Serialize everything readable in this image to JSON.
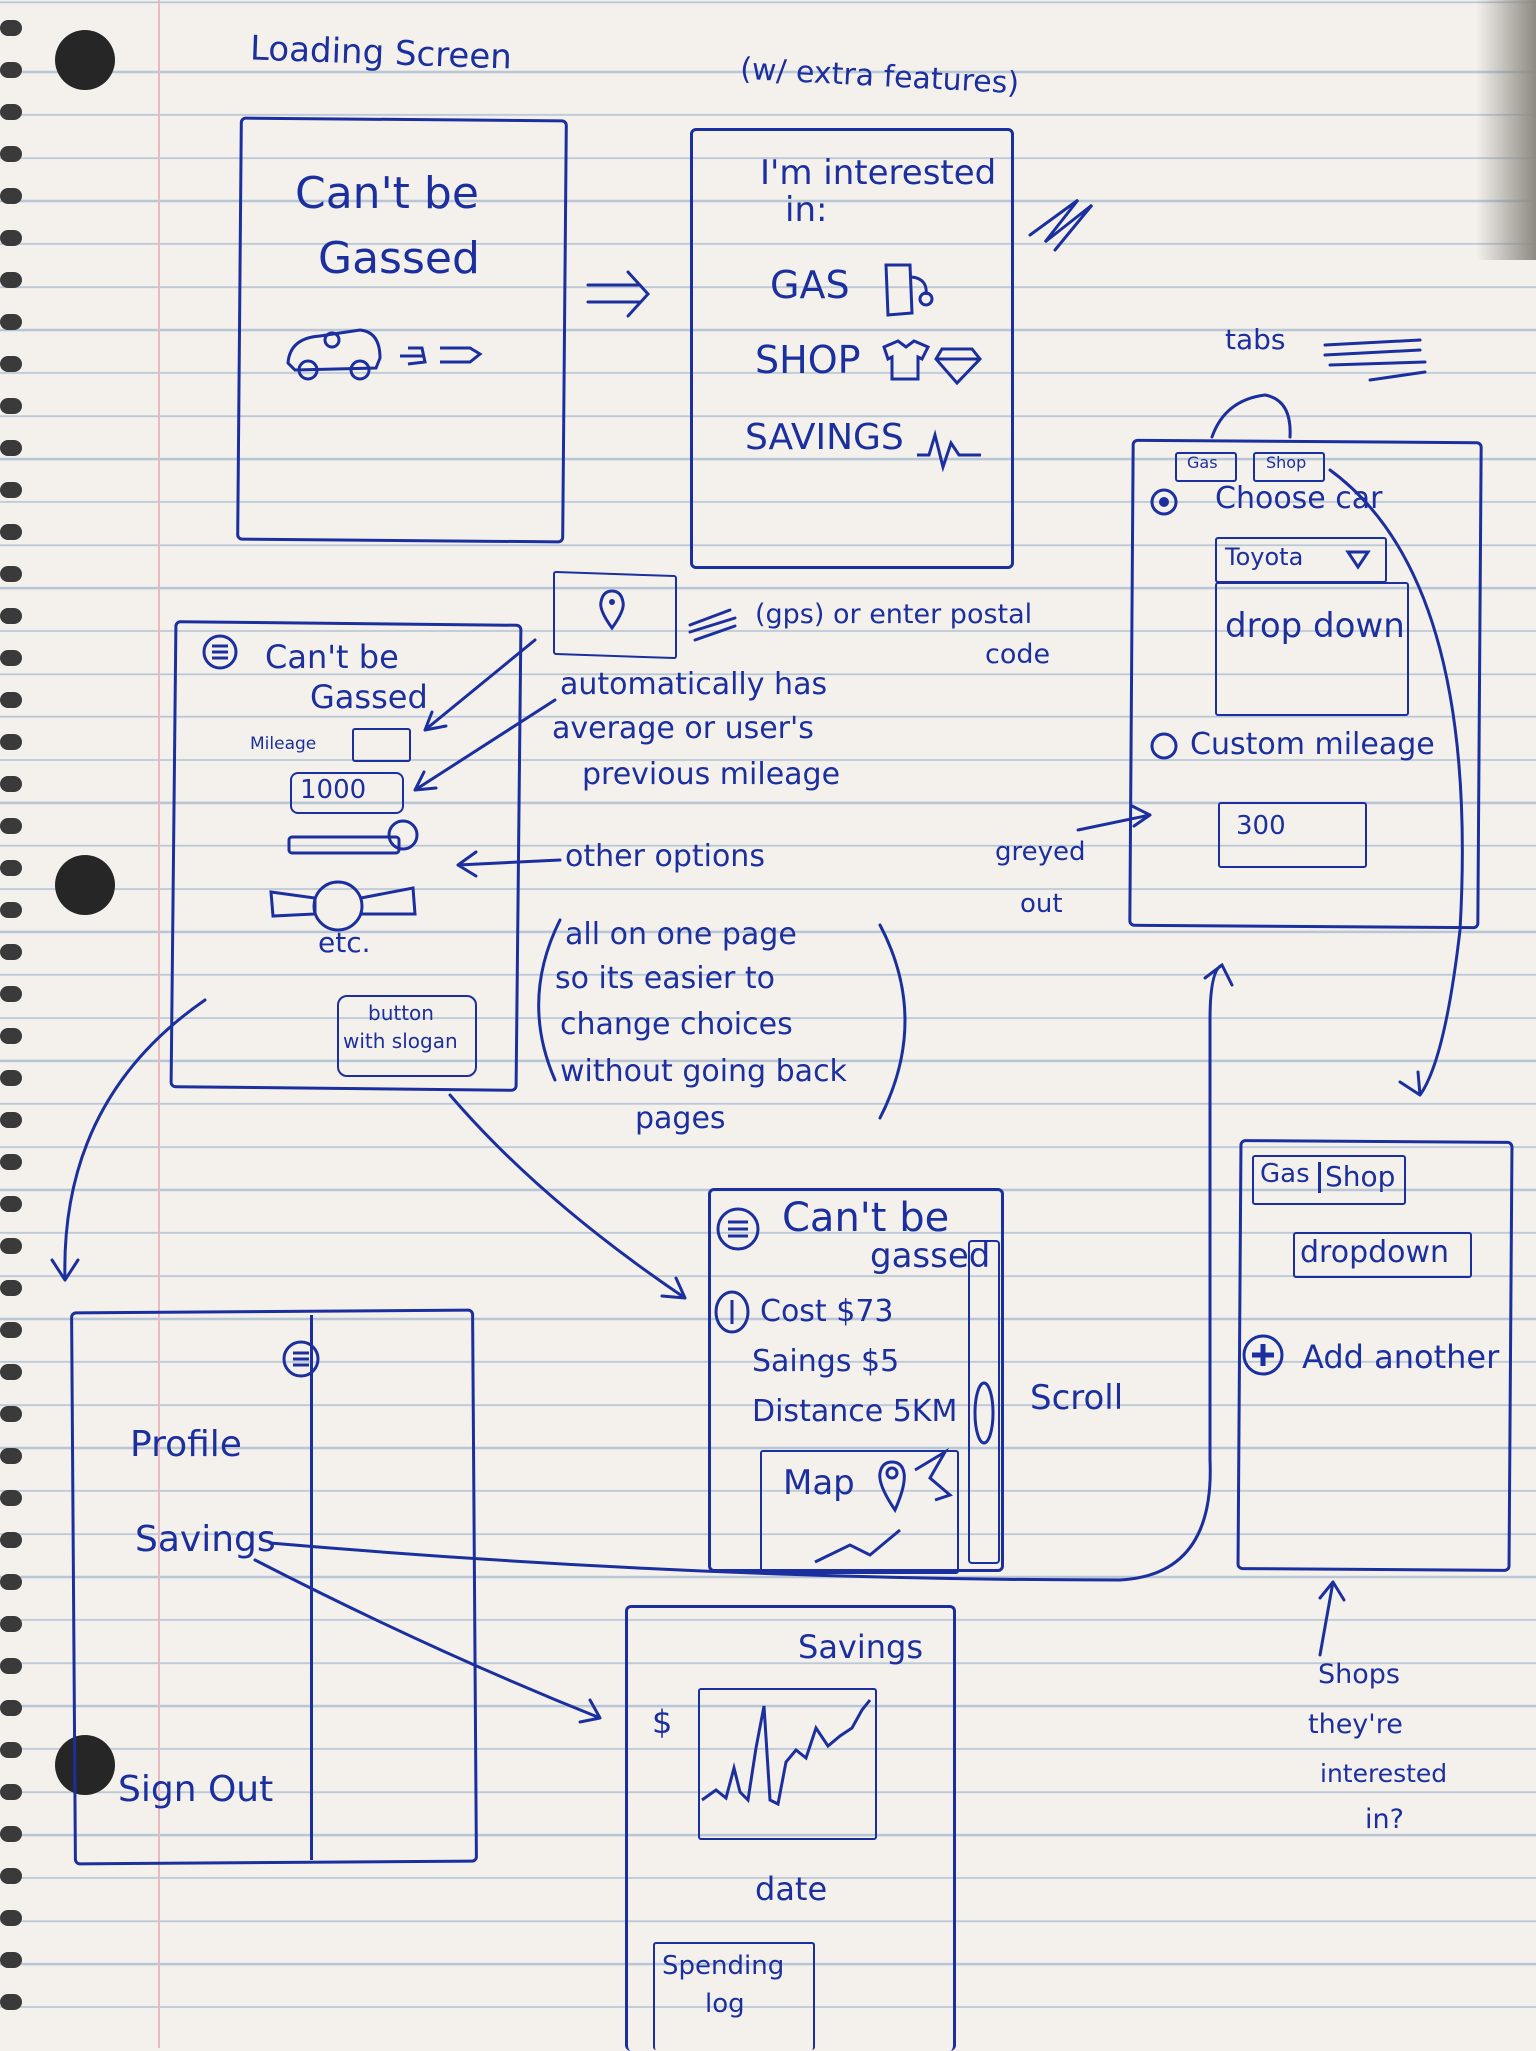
{
  "ink_color": "#1c2f9e",
  "loading": {
    "heading": "Loading Screen",
    "title_line1": "Can't be",
    "title_line2": "Gassed"
  },
  "interests": {
    "heading": "(w/ extra features)",
    "prompt_line1": "I'm interested",
    "prompt_line2": "in:",
    "options": [
      "GAS",
      "SHOP",
      "SAVINGS"
    ]
  },
  "location": {
    "note_line1": "(gps) or enter postal",
    "note_line2": "code"
  },
  "main_form": {
    "title_line1": "Can't be",
    "title_line2": "Gassed",
    "mileage_label": "Mileage",
    "mileage_value": "1000",
    "etc": "etc.",
    "button_line1": "button",
    "button_line2": "with slogan"
  },
  "annotations": {
    "auto_line1": "automatically has",
    "auto_line2": "average or user's",
    "auto_line3": "previous mileage",
    "other_options": "other options",
    "page_line1": "all on one page",
    "page_line2": "so its easier to",
    "page_line3": "change choices",
    "page_line4": "without going back",
    "page_line5": "pages",
    "greyed_line1": "greyed",
    "greyed_line2": "out",
    "scroll": "Scroll",
    "tabs": "tabs",
    "shops_line1": "Shops",
    "shops_line2": "they're",
    "shops_line3": "interested",
    "shops_line4": "in?"
  },
  "car_screen": {
    "tab_gas": "Gas",
    "tab_shop": "Shop",
    "choose_car": "Choose car",
    "car_value": "Toyota",
    "dropdown": "drop down",
    "custom_mileage": "Custom mileage",
    "custom_value": "300"
  },
  "results": {
    "title_line1": "Can't be",
    "title_line2": "gassed",
    "cost": "Cost $73",
    "savings": "Saings $5",
    "distance": "Distance 5KM",
    "map": "Map"
  },
  "shop_screen": {
    "tab_gas": "Gas",
    "tab_shop": "Shop",
    "dropdown": "dropdown",
    "add_another": "Add another"
  },
  "menu": {
    "items": [
      "Profile",
      "Savings"
    ],
    "sign_out": "Sign Out"
  },
  "savings_screen": {
    "title": "Savings",
    "y_label": "$",
    "x_label": "date",
    "spending_line1": "Spending",
    "spending_line2": "log"
  }
}
